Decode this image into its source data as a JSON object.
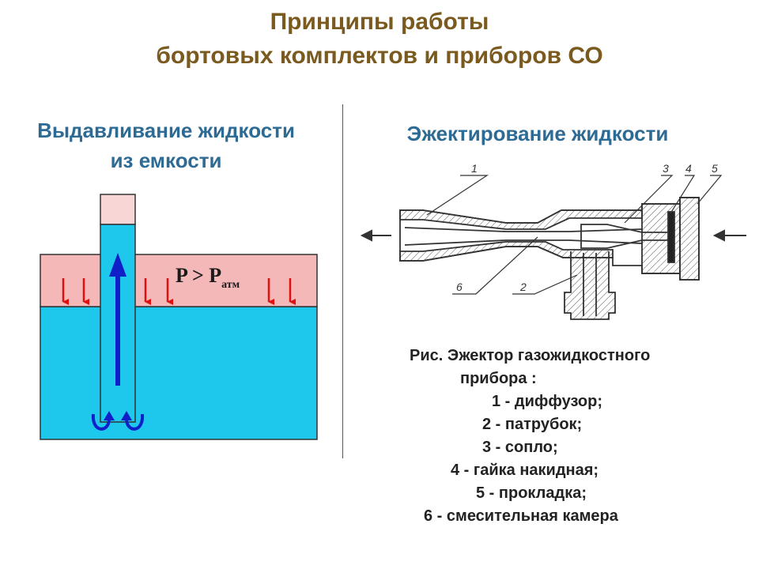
{
  "title": {
    "line1": "Принципы работы",
    "line2": "бортовых комплектов и приборов СО"
  },
  "left": {
    "heading_line1": "Выдавливание жидкости",
    "heading_line2": "из емкости",
    "pressure_main": "P > P",
    "pressure_sub": "атм"
  },
  "right": {
    "heading": "Эжектирование жидкости",
    "callouts": [
      "1",
      "2",
      "3",
      "4",
      "5",
      "6"
    ],
    "caption": {
      "line1": "Рис. Эжектор газожидкостного",
      "line2": "прибора :",
      "items": [
        "1 - диффузор;",
        "2 - патрубок;",
        "3 - сопло;",
        "4 - гайка накидная;",
        "5 - прокладка;",
        "6 - смесительная камера"
      ]
    }
  },
  "colors": {
    "title": "#7a5a1e",
    "heading": "#2e6b94",
    "liquid": "#1ec8ec",
    "gas": "#f4b8b8",
    "arrow_red": "#e01010",
    "arrow_blue": "#1020c8"
  }
}
